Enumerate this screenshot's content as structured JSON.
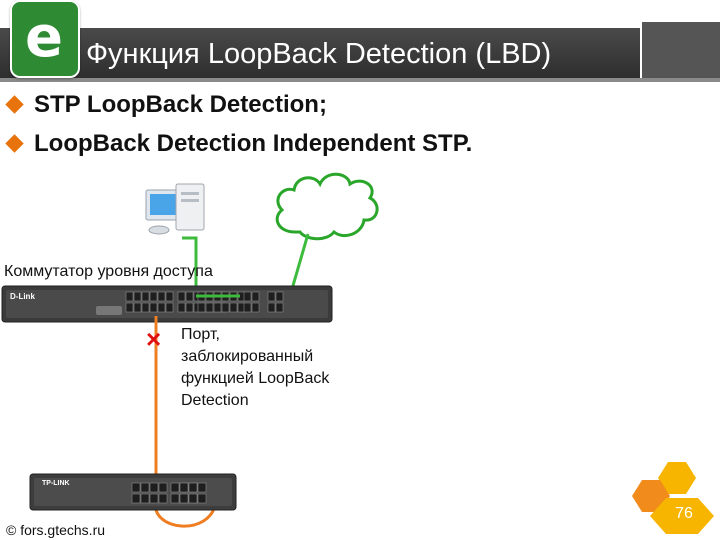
{
  "title": "Функция LoopBack Detection (LBD)",
  "logo_letter": "e",
  "bullets": [
    "STP LoopBack Detection;",
    "LoopBack Detection Independent STP."
  ],
  "diagram": {
    "switch_label": "Коммутатор уровня доступа",
    "blocked_port_label": [
      "Порт,",
      "заблокированный",
      "функцией LoopBack",
      "Detection"
    ],
    "switch_top_brand": "D-Link",
    "switch_bottom_brand": "TP-LINK",
    "blocked_marker": "×"
  },
  "footer": "© fors.gtechs.ru",
  "page_number": "76",
  "colors": {
    "accent": "#e8730c",
    "link_green": "#3dbb3d",
    "loop_orange": "#ef7d22",
    "title_bg": "#3a3a3a",
    "hex_yellow": "#f7b500",
    "hex_orange": "#f18b1c"
  }
}
